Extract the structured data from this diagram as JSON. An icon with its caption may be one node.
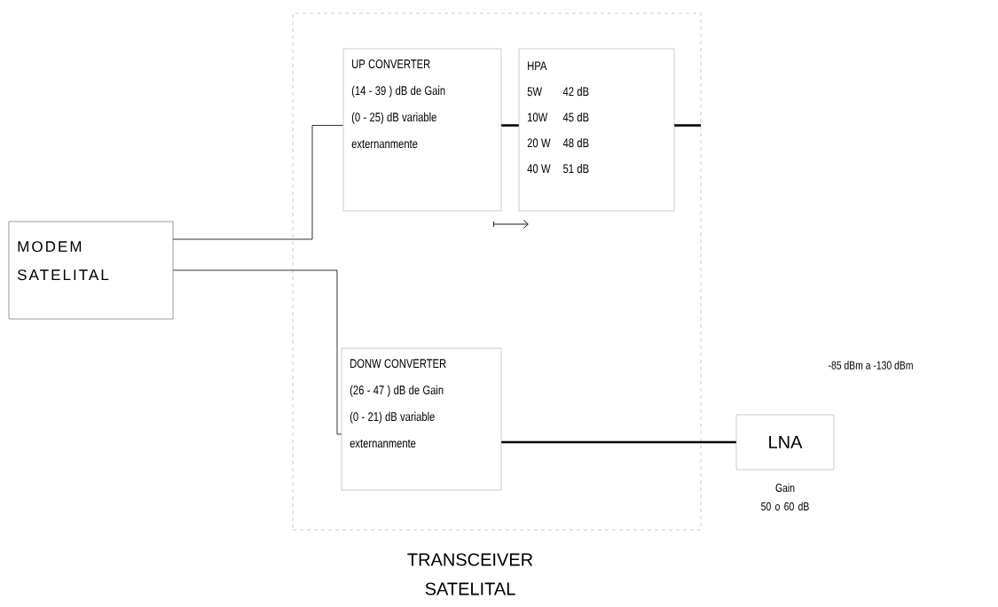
{
  "diagram": {
    "nodes": [
      {
        "text": [
          "TRANSCEIVER SATELITAL"
        ]
      },
      {
        "text": [
          "MODEM SATELITAL"
        ]
      },
      {
        "text": [
          "UP CONVERTER",
          "(14 - 39 ) dB de Gain",
          "(0 - 25) dB variable externanmente"
        ],
        "in": 0
      },
      {
        "text": [
          "HPA",
          "5W",
          "42 dB",
          "10W",
          "45 dB",
          "20 W",
          "48 dB",
          "40 W",
          "51 dB"
        ],
        "in": 0
      },
      {
        "text": [
          "DONW CONVERTER",
          "(26 - 47 ) dB de Gain",
          "(0 - 21) dB variable externanmente"
        ],
        "in": 0
      },
      {
        "text": [
          "LNA"
        ],
        "beside": [
          "Gain 50 o 60 dB"
        ]
      }
    ],
    "edges": [
      {
        "from": 1,
        "to": 2,
        "arrow": "none"
      },
      {
        "from": 1,
        "to": 4,
        "arrow": "none"
      },
      {
        "from": 2,
        "to": 3,
        "arrow": "none"
      },
      {
        "from": 3,
        "to": null,
        "arrow": "none"
      },
      {
        "from": 4,
        "to": 5,
        "arrow": "none"
      }
    ],
    "labels": [
      "-85 dBm a -130 dBm"
    ]
  }
}
